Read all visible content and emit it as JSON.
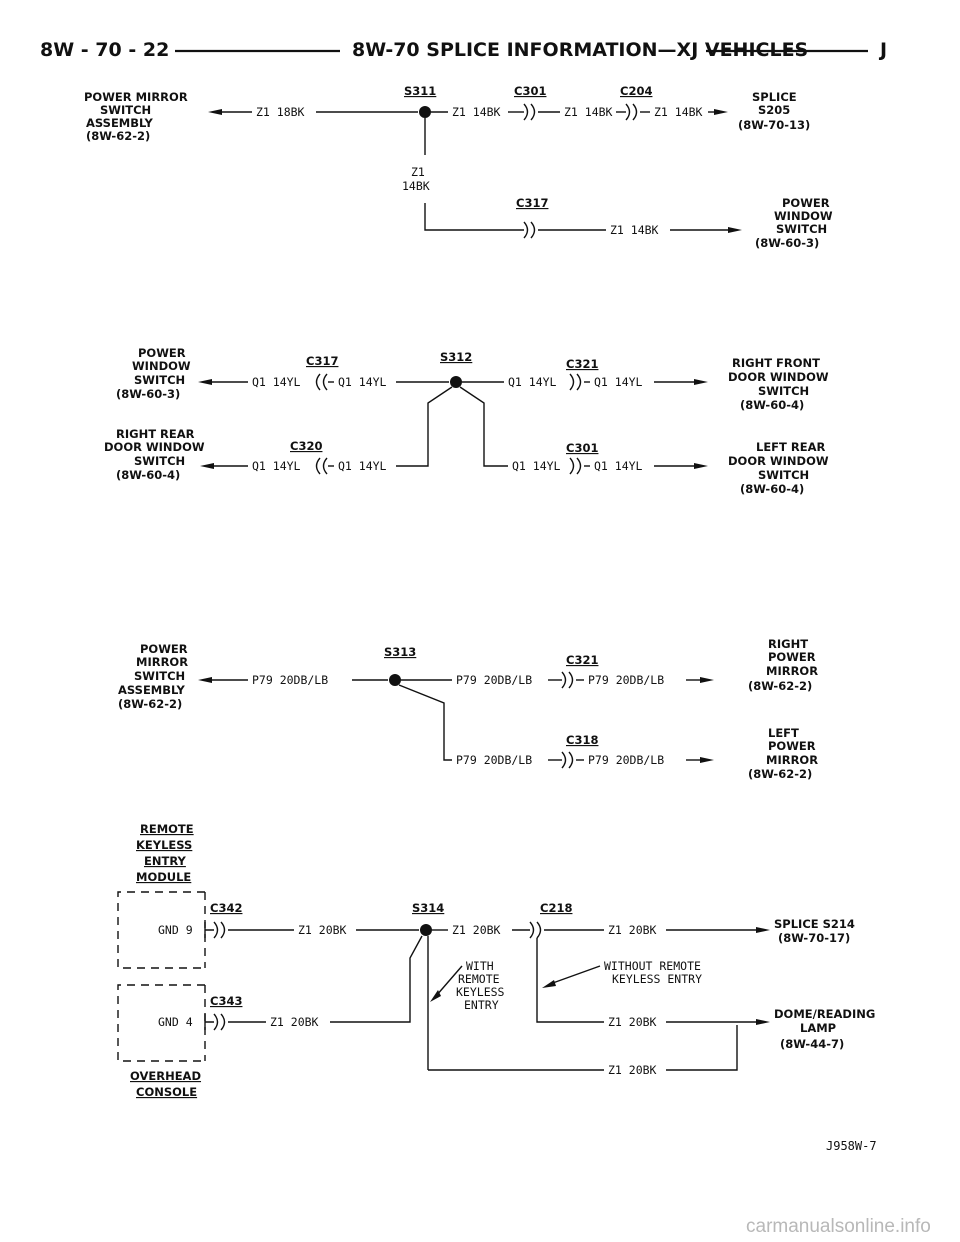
{
  "header": {
    "left": "8W - 70 - 22",
    "title": "8W-70 SPLICE INFORMATION—XJ VEHICLES",
    "right": "J"
  },
  "d1": {
    "src": [
      "POWER MIRROR",
      "SWITCH",
      "ASSEMBLY",
      "(8W-62-2)"
    ],
    "w1": "Z1 18BK",
    "splice": "S311",
    "c1": "C301",
    "c2": "C204",
    "w2": "Z1 14BK",
    "w3": "Z1 14BK",
    "w4": "Z1 14BK",
    "dst1": [
      "SPLICE",
      "S205",
      "(8W-70-13)"
    ],
    "vw1": "Z1",
    "vw2": "14BK",
    "c3": "C317",
    "w5": "Z1 14BK",
    "dst2": [
      "POWER",
      "WINDOW",
      "SWITCH",
      "(8W-60-3)"
    ]
  },
  "d2": {
    "src1": [
      "POWER",
      "WINDOW",
      "SWITCH",
      "(8W-60-3)"
    ],
    "c1": "C317",
    "w1": "Q1 14YL",
    "w2": "Q1 14YL",
    "splice": "S312",
    "c2": "C321",
    "w3": "Q1 14YL",
    "w4": "Q1 14YL",
    "dst1": [
      "RIGHT FRONT",
      "DOOR WINDOW",
      "SWITCH",
      "(8W-60-4)"
    ],
    "src2": [
      "RIGHT REAR",
      "DOOR WINDOW",
      "SWITCH",
      "(8W-60-4)"
    ],
    "c3": "C320",
    "w5": "Q1 14YL",
    "w6": "Q1 14YL",
    "c4": "C301",
    "w7": "Q1 14YL",
    "w8": "Q1 14YL",
    "dst2": [
      "LEFT REAR",
      "DOOR WINDOW",
      "SWITCH",
      "(8W-60-4)"
    ]
  },
  "d3": {
    "src": [
      "POWER",
      "MIRROR",
      "SWITCH",
      "ASSEMBLY",
      "(8W-62-2)"
    ],
    "w1": "P79 20DB/LB",
    "splice": "S313",
    "c1": "C321",
    "w2": "P79 20DB/LB",
    "w3": "P79 20DB/LB",
    "dst1": [
      "RIGHT",
      "POWER",
      "MIRROR",
      "(8W-62-2)"
    ],
    "c2": "C318",
    "w4": "P79 20DB/LB",
    "w5": "P79 20DB/LB",
    "dst2": [
      "LEFT",
      "POWER",
      "MIRROR",
      "(8W-62-2)"
    ]
  },
  "d4": {
    "module1": [
      "REMOTE",
      "KEYLESS",
      "ENTRY",
      "MODULE"
    ],
    "c1": "C342",
    "gnd1": "GND 9",
    "w1": "Z1 20BK",
    "splice": "S314",
    "c2": "C218",
    "w2": "Z1 20BK",
    "w3": "Z1 20BK",
    "dst1": [
      "SPLICE S214",
      "(8W-70-17)"
    ],
    "note1": [
      "WITH",
      "REMOTE",
      "KEYLESS",
      "ENTRY"
    ],
    "note2": [
      "WITHOUT REMOTE",
      "KEYLESS ENTRY"
    ],
    "c3": "C343",
    "gnd2": "GND 4",
    "w4": "Z1 20BK",
    "w5": "Z1 20BK",
    "dst2": [
      "DOME/READING",
      "LAMP",
      "(8W-44-7)"
    ],
    "w6": "Z1 20BK",
    "module2": [
      "OVERHEAD",
      "CONSOLE"
    ]
  },
  "footer": {
    "fig": "J958W-7",
    "watermark": "carmanualsonline.info"
  }
}
